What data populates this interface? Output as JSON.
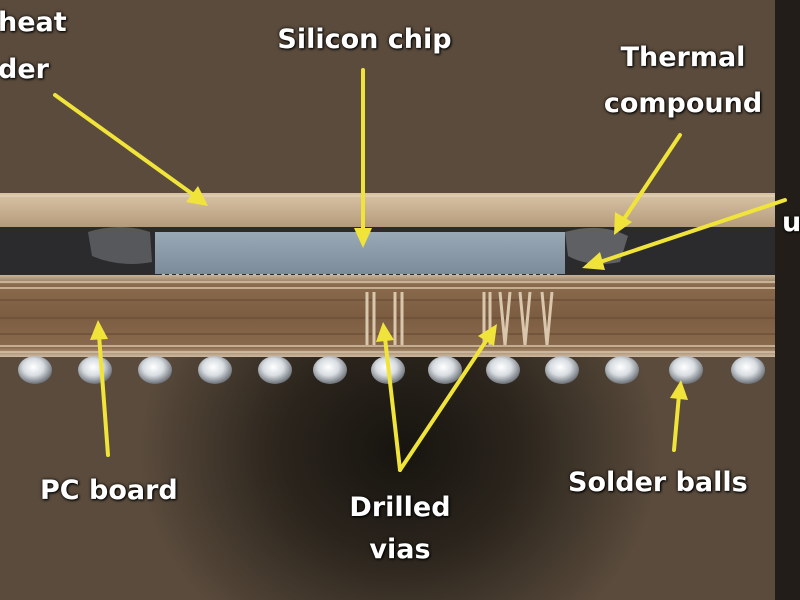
{
  "labels": {
    "heat_spreader_top": "heat",
    "heat_spreader_bottom": "der",
    "silicon_chip": "Silicon chip",
    "thermal_compound_line1": "Thermal",
    "thermal_compound_line2": "compound",
    "underfill_fragment": "u",
    "pc_board": "PC board",
    "drilled_vias_line1": "Drilled",
    "drilled_vias_line2": "vias",
    "solder_balls": "Solder balls"
  },
  "colors": {
    "label_text": "#ffffff",
    "arrow": "#f0e43a",
    "heat_spreader": "#cdb89c",
    "silicon_die": "#8a9aa8",
    "pcb": "#8e6c4e"
  }
}
